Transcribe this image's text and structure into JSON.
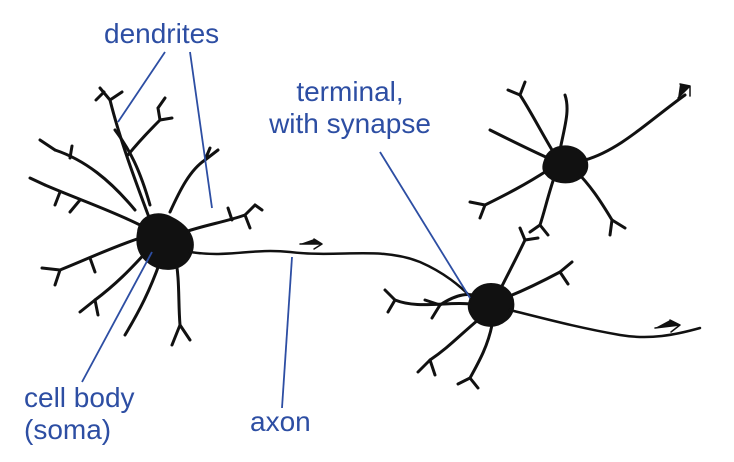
{
  "colors": {
    "label": "#2d4ea3",
    "ink": "#111111"
  },
  "labels": {
    "dendrites": "dendrites",
    "terminal_line1": "terminal,",
    "terminal_line2": "with synapse",
    "cell_body_line1": "cell body",
    "cell_body_line2": "(soma)",
    "axon": "axon"
  }
}
